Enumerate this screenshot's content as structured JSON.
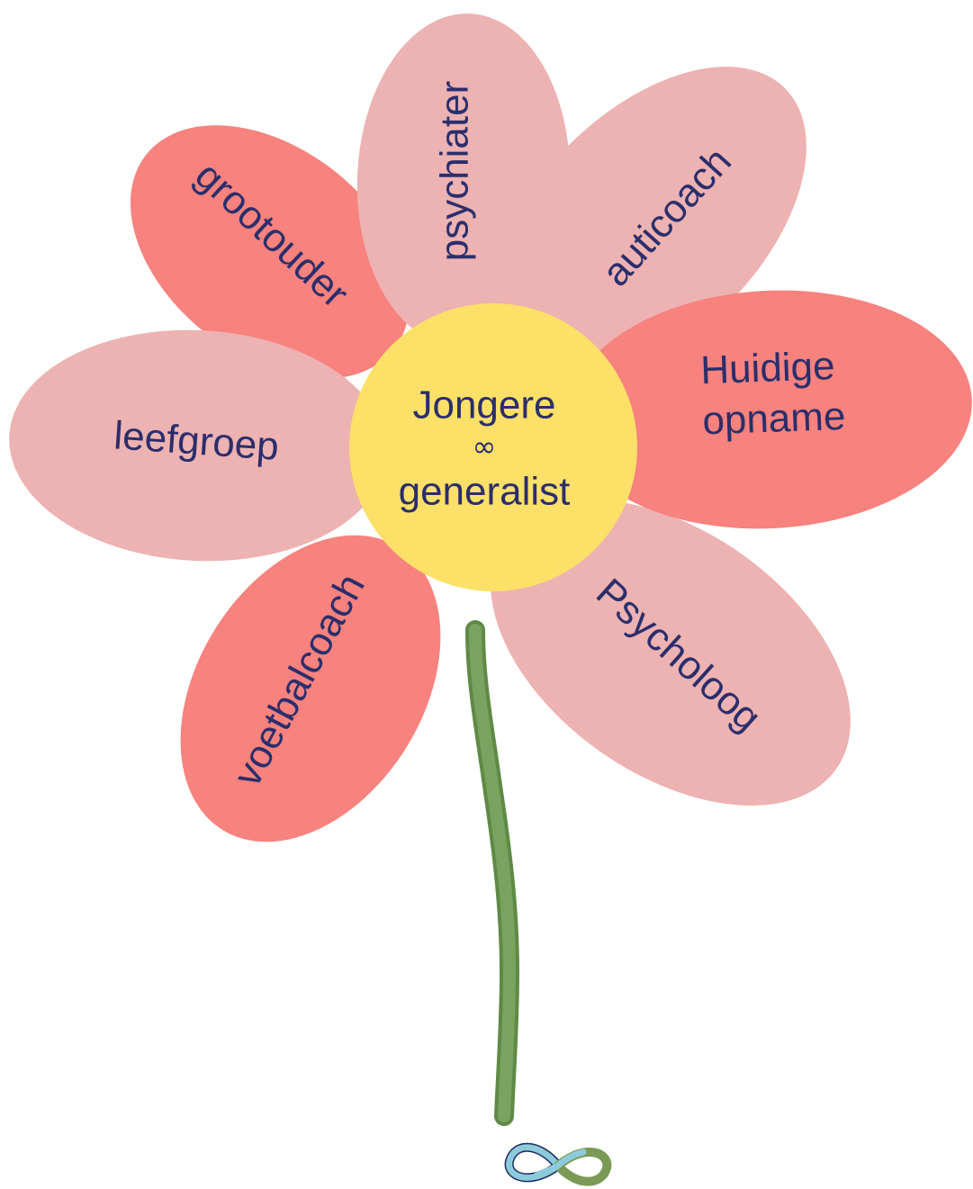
{
  "colors": {
    "petal_light": "#edb2b2",
    "petal_dark": "#f7827e",
    "center": "#fde068",
    "stem": "#79a35e",
    "stem_edge": "#5f8a46",
    "text": "#2b2e6b",
    "logo_blue": "#8ccbdc",
    "logo_green": "#7a9a55",
    "logo_navy": "#1d2a5c"
  },
  "center": {
    "line1": "Jongere",
    "symbol": "∞",
    "line2": "generalist"
  },
  "petals": {
    "grootouder": "grootouder",
    "psychiater": "psychiater",
    "auticoach": "auticoach",
    "huidige_opname_line1": "Huidige",
    "huidige_opname_line2": "opname",
    "leefgroep": "leefgroep",
    "voetbalcoach": "voetbalcoach",
    "psycholoog": "Psycholoog"
  },
  "logo": {
    "icon": "infinity-logo-icon"
  }
}
